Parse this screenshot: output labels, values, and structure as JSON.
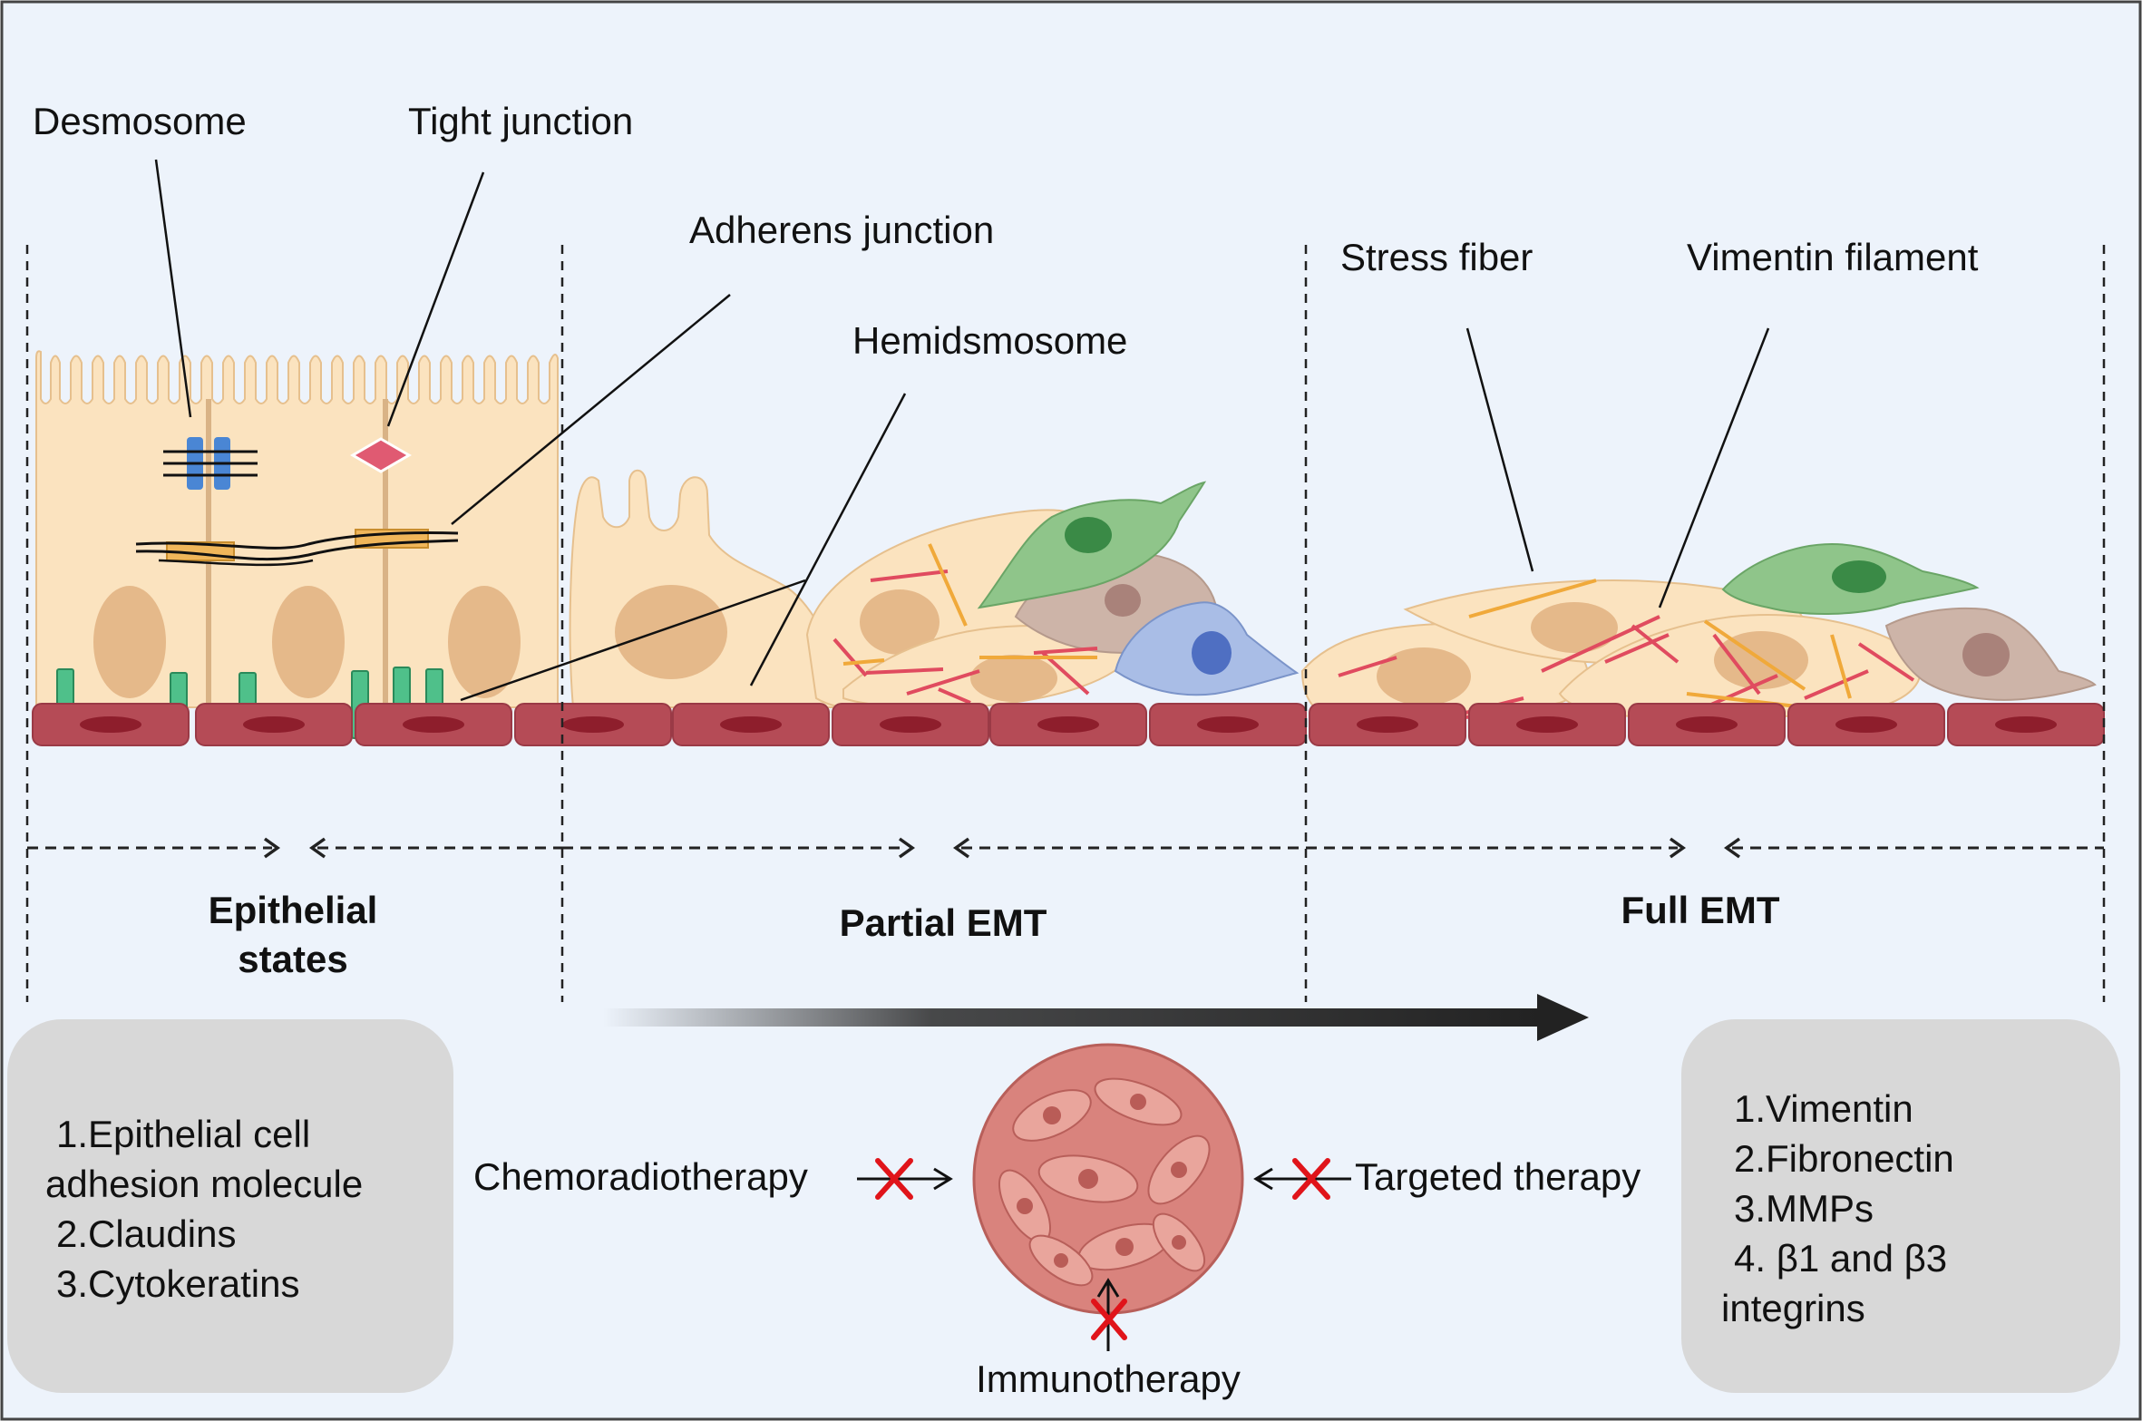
{
  "labels": {
    "desmosome": "Desmosome",
    "tight_junction": "Tight junction",
    "adherens_junction": "Adherens junction",
    "hemidesmosome": "Hemidsmosome",
    "stress_fiber": "Stress fiber",
    "vimentin_filament": "Vimentin filament"
  },
  "stages": {
    "epithelial_line1": "Epithelial",
    "epithelial_line2": "states",
    "partial": "Partial EMT",
    "full": "Full EMT"
  },
  "left_box": {
    "lines": [
      "1.Epithelial cell",
      "adhesion molecule",
      "2.Claudins",
      "3.Cytokeratins"
    ]
  },
  "right_box": {
    "lines": [
      "1.Vimentin",
      "2.Fibronectin",
      "3.MMPs",
      "4. β1 and β3",
      "integrins"
    ]
  },
  "therapies": {
    "chemo": "Chemoradiotherapy",
    "targeted": "Targeted therapy",
    "immuno": "Immunotherapy"
  },
  "colors": {
    "background": "#edf3fb",
    "epithelial_cell": "#fbe3bf",
    "nucleus": "#e5b98a",
    "basement": "#b54b56",
    "basement_spot": "#8e1e2c",
    "hemidesmosome": "#4fc08a",
    "desmosome": "#4a86d4",
    "tight_junction": "#e05a72",
    "adherens": "#f0b65a",
    "stress_fiber": "#e04b5f",
    "vimentin": "#f0a93a",
    "green_cell": "#8fc58a",
    "mauve_cell": "#cdb4a8",
    "blue_cell": "#a9bde6",
    "tumor": "#d9837d",
    "block_x": "#e0141a",
    "info_box": "#d8d8d8"
  }
}
